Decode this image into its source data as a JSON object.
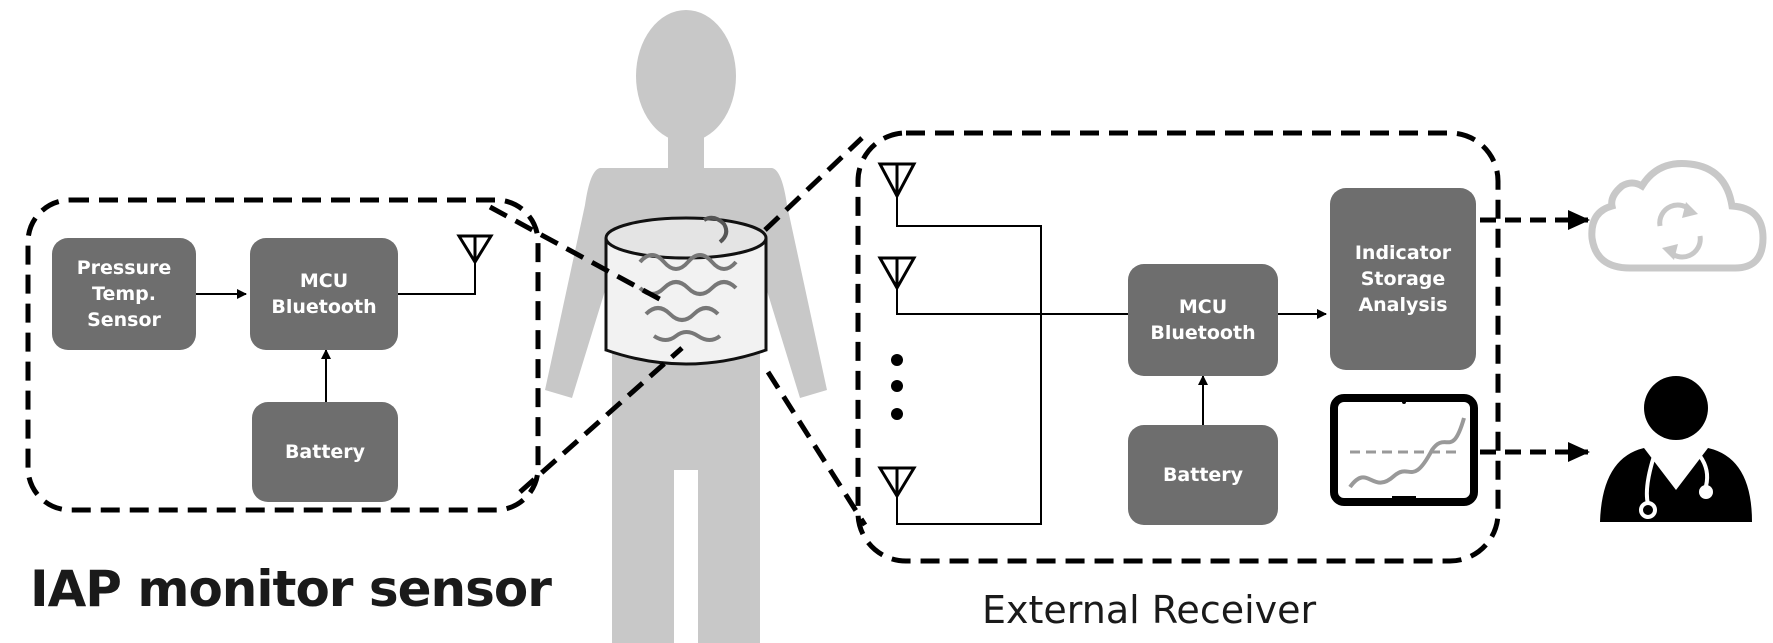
{
  "sensor": {
    "title": "IAP monitor sensor",
    "pressure_block": [
      "Pressure",
      "Temp.",
      "Sensor"
    ],
    "mcu_block": [
      "MCU",
      "Bluetooth"
    ],
    "battery_block": "Battery"
  },
  "receiver": {
    "title": "External Receiver",
    "mcu_block": [
      "MCU",
      "Bluetooth"
    ],
    "battery_block": "Battery",
    "indicator_block": [
      "Indicator",
      "Storage",
      "Analysis"
    ]
  },
  "icons": [
    "human-body-icon",
    "intestine-icon",
    "antenna-icon",
    "cloud-sync-icon",
    "tablet-chart-icon",
    "doctor-icon"
  ],
  "colors": {
    "block": "#6e6e6e",
    "body": "#c8c8c8",
    "cloud": "#c8c8c8",
    "line": "#000000"
  }
}
